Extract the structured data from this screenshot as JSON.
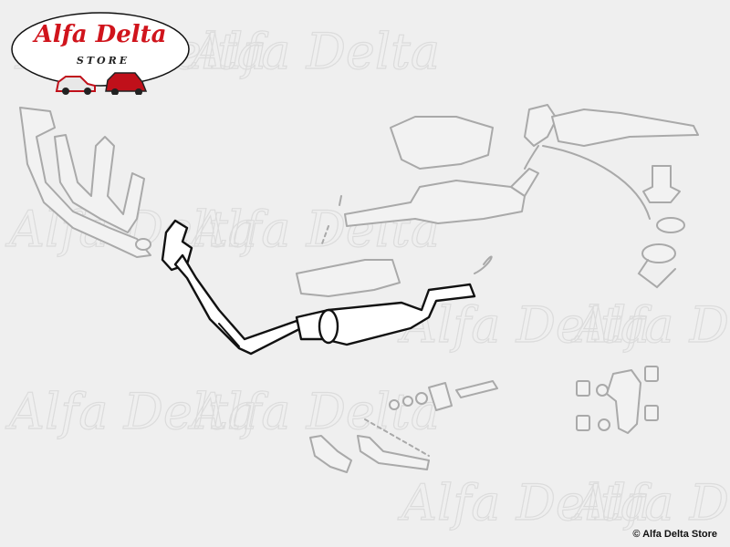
{
  "logo": {
    "brand": "Alfa Delta",
    "subtitle": "STORE"
  },
  "watermark": "Alfa Delta",
  "copyright": "© Alfa Delta Store",
  "colors": {
    "background": "#efefef",
    "brand_red": "#d0141c",
    "part_outline_gray": "#a9a9a9",
    "highlight_outline": "#111111"
  }
}
